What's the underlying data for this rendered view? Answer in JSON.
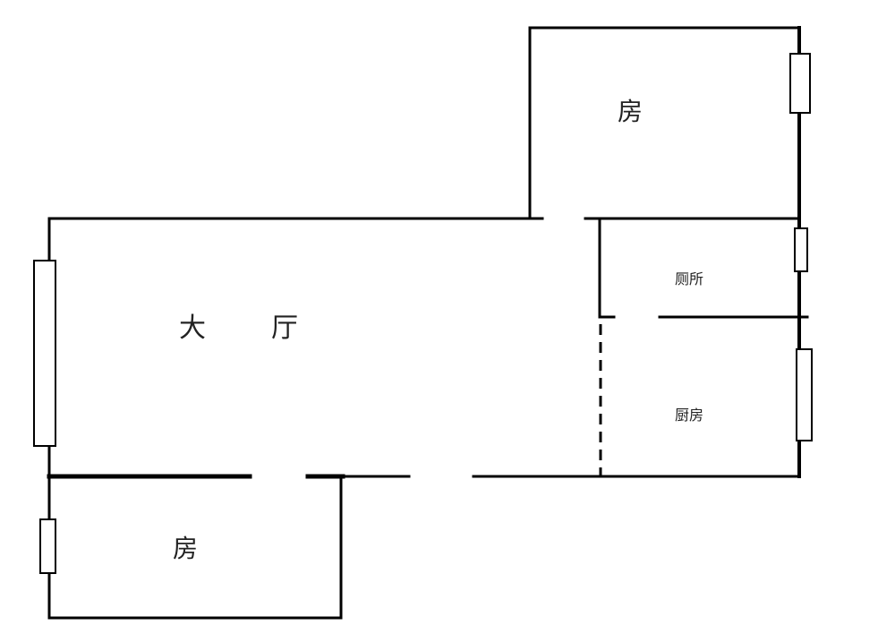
{
  "rooms": {
    "bedroom_top": "房",
    "living_room_left": "大",
    "living_room_right": "厅",
    "toilet": "厕所",
    "kitchen": "厨房",
    "bedroom_bottom": "房"
  },
  "colors": {
    "wall": "#000000",
    "background": "#ffffff"
  }
}
